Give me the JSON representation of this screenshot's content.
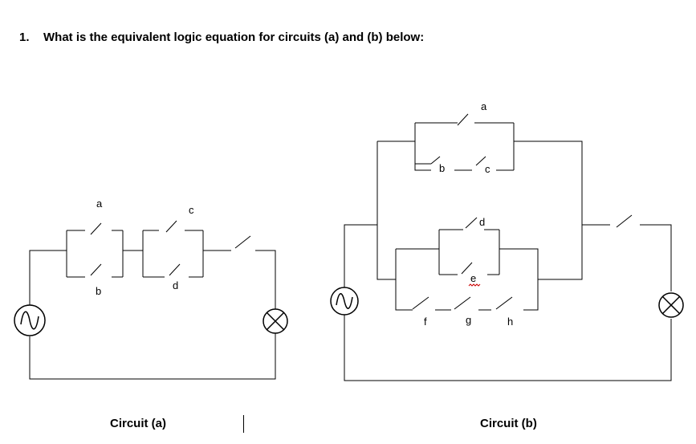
{
  "question": {
    "number": "1.",
    "text": "What is the equivalent logic equation for circuits (a) and (b) below:"
  },
  "circuit_a": {
    "caption": "Circuit (a)",
    "switch_labels": {
      "a": "a",
      "b": "b",
      "c": "c",
      "d": "d"
    }
  },
  "circuit_b": {
    "caption": "Circuit (b)",
    "switch_labels": {
      "a": "a",
      "b": "b",
      "c": "c",
      "d": "d",
      "e": "e",
      "f": "f",
      "g": "g",
      "h": "h"
    }
  },
  "icons": {
    "source": "ac-source-icon",
    "lamp": "lamp-icon"
  },
  "colors": {
    "line": "#000000",
    "background": "#ffffff"
  }
}
